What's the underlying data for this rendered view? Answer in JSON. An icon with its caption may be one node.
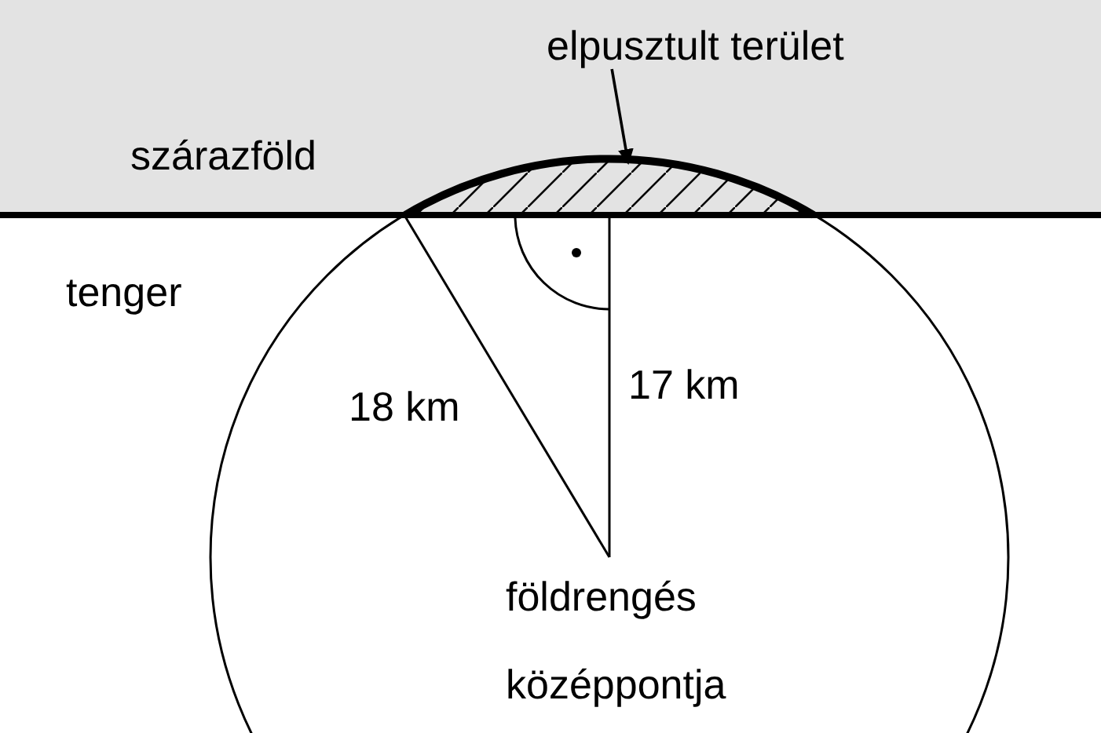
{
  "diagram": {
    "nodes": [
      {
        "text": [
          "elpusztult terület"
        ]
      },
      {
        "text": [],
        "shape": "segment"
      }
    ],
    "edges": [
      {
        "from": 0,
        "to": 1,
        "arrow": "to"
      }
    ],
    "labels": [
      "szárazföld",
      "tenger",
      "18 km",
      "17 km",
      "földrengés középpontja"
    ]
  }
}
